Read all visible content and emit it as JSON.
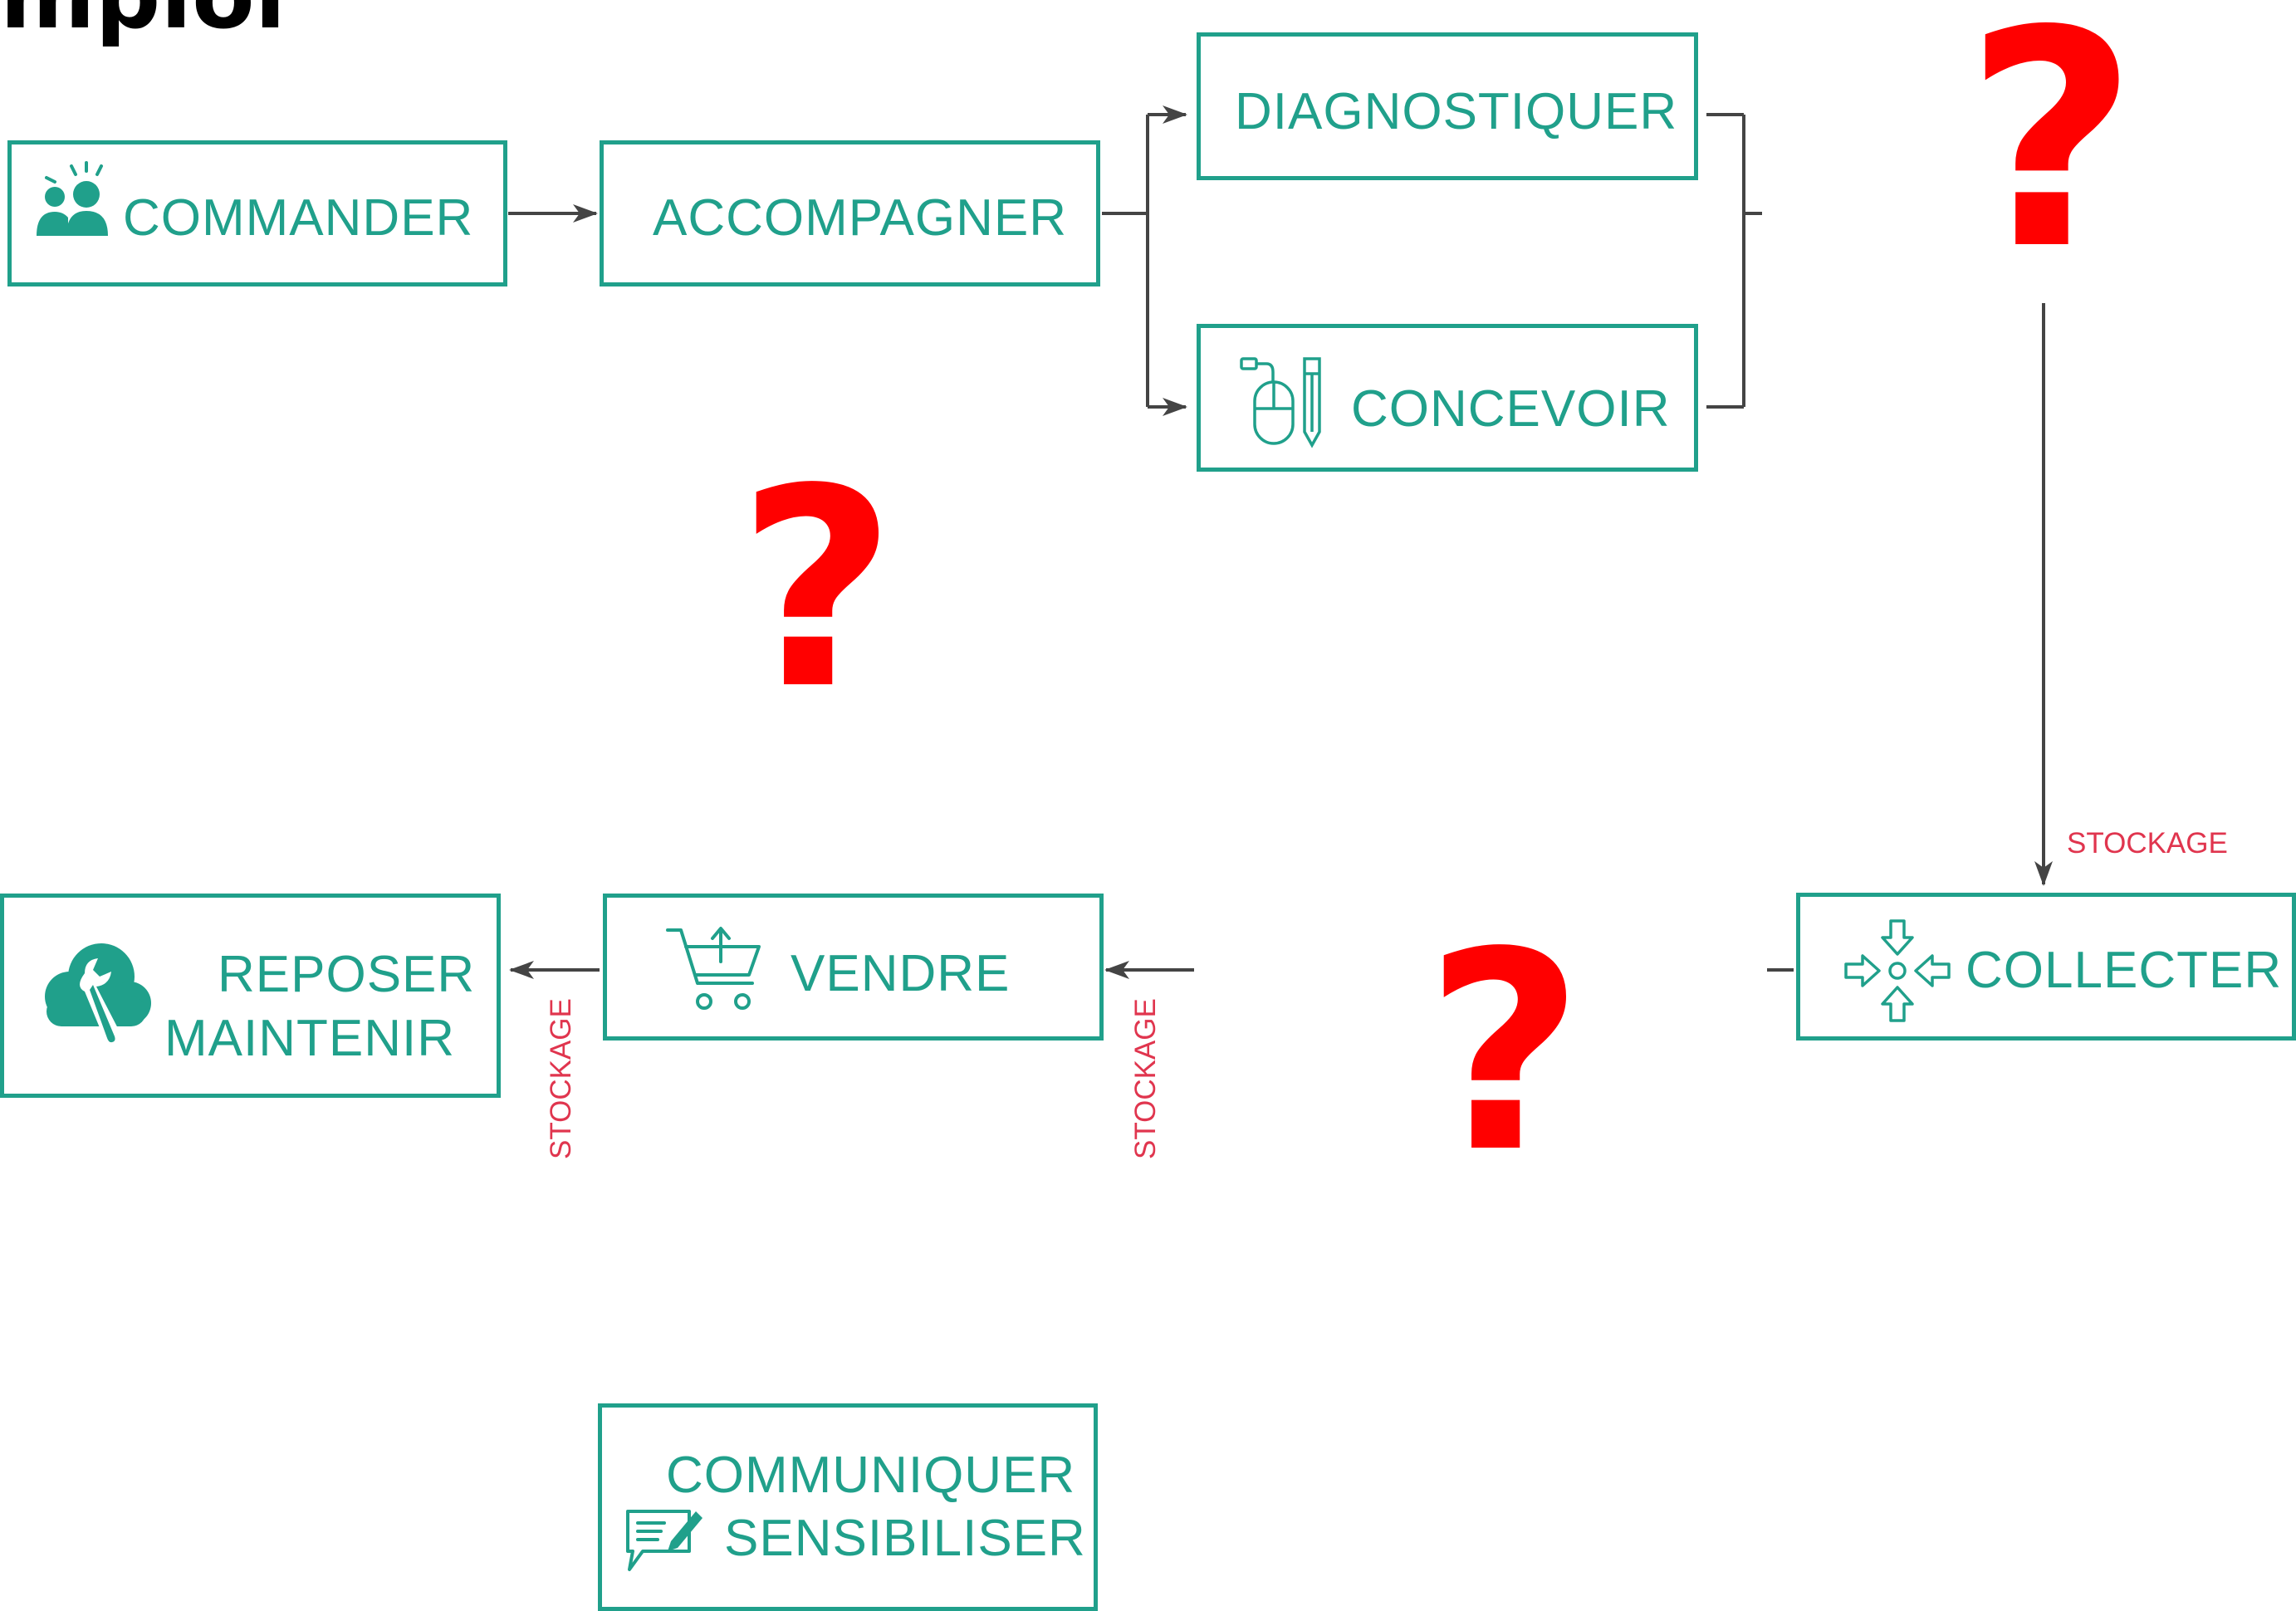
{
  "title": "mploi",
  "nodes": {
    "commander": "COMMANDER",
    "accompagner": "ACCOMPAGNER",
    "diagnostiquer": "DIAGNOSTIQUER",
    "concevoir": "CONCEVOIR",
    "collecter": "COLLECTER",
    "vendre": "VENDRE",
    "reposer": "REPOSER",
    "maintenir": "MAINTENIR",
    "communiquer": "COMMUNIQUER",
    "sensibiliser": "SENSIBILISER"
  },
  "labels": {
    "stockage_collecter": "STOCKAGE",
    "stockage_vendre": "STOCKAGE",
    "stockage_reposer": "STOCKAGE"
  },
  "question_marks": [
    "?",
    "?",
    "?"
  ],
  "icons": {
    "commander": "people-icon",
    "concevoir": "mouse-pencil-icon",
    "collecter": "collect-arrows-icon",
    "vendre": "cart-icon",
    "reposer": "cloud-wrench-icon",
    "communiquer": "chat-edit-icon"
  },
  "colors": {
    "accent": "#20a08b",
    "stockage": "#e0354e",
    "question": "#ff0000",
    "connector": "#444444"
  }
}
